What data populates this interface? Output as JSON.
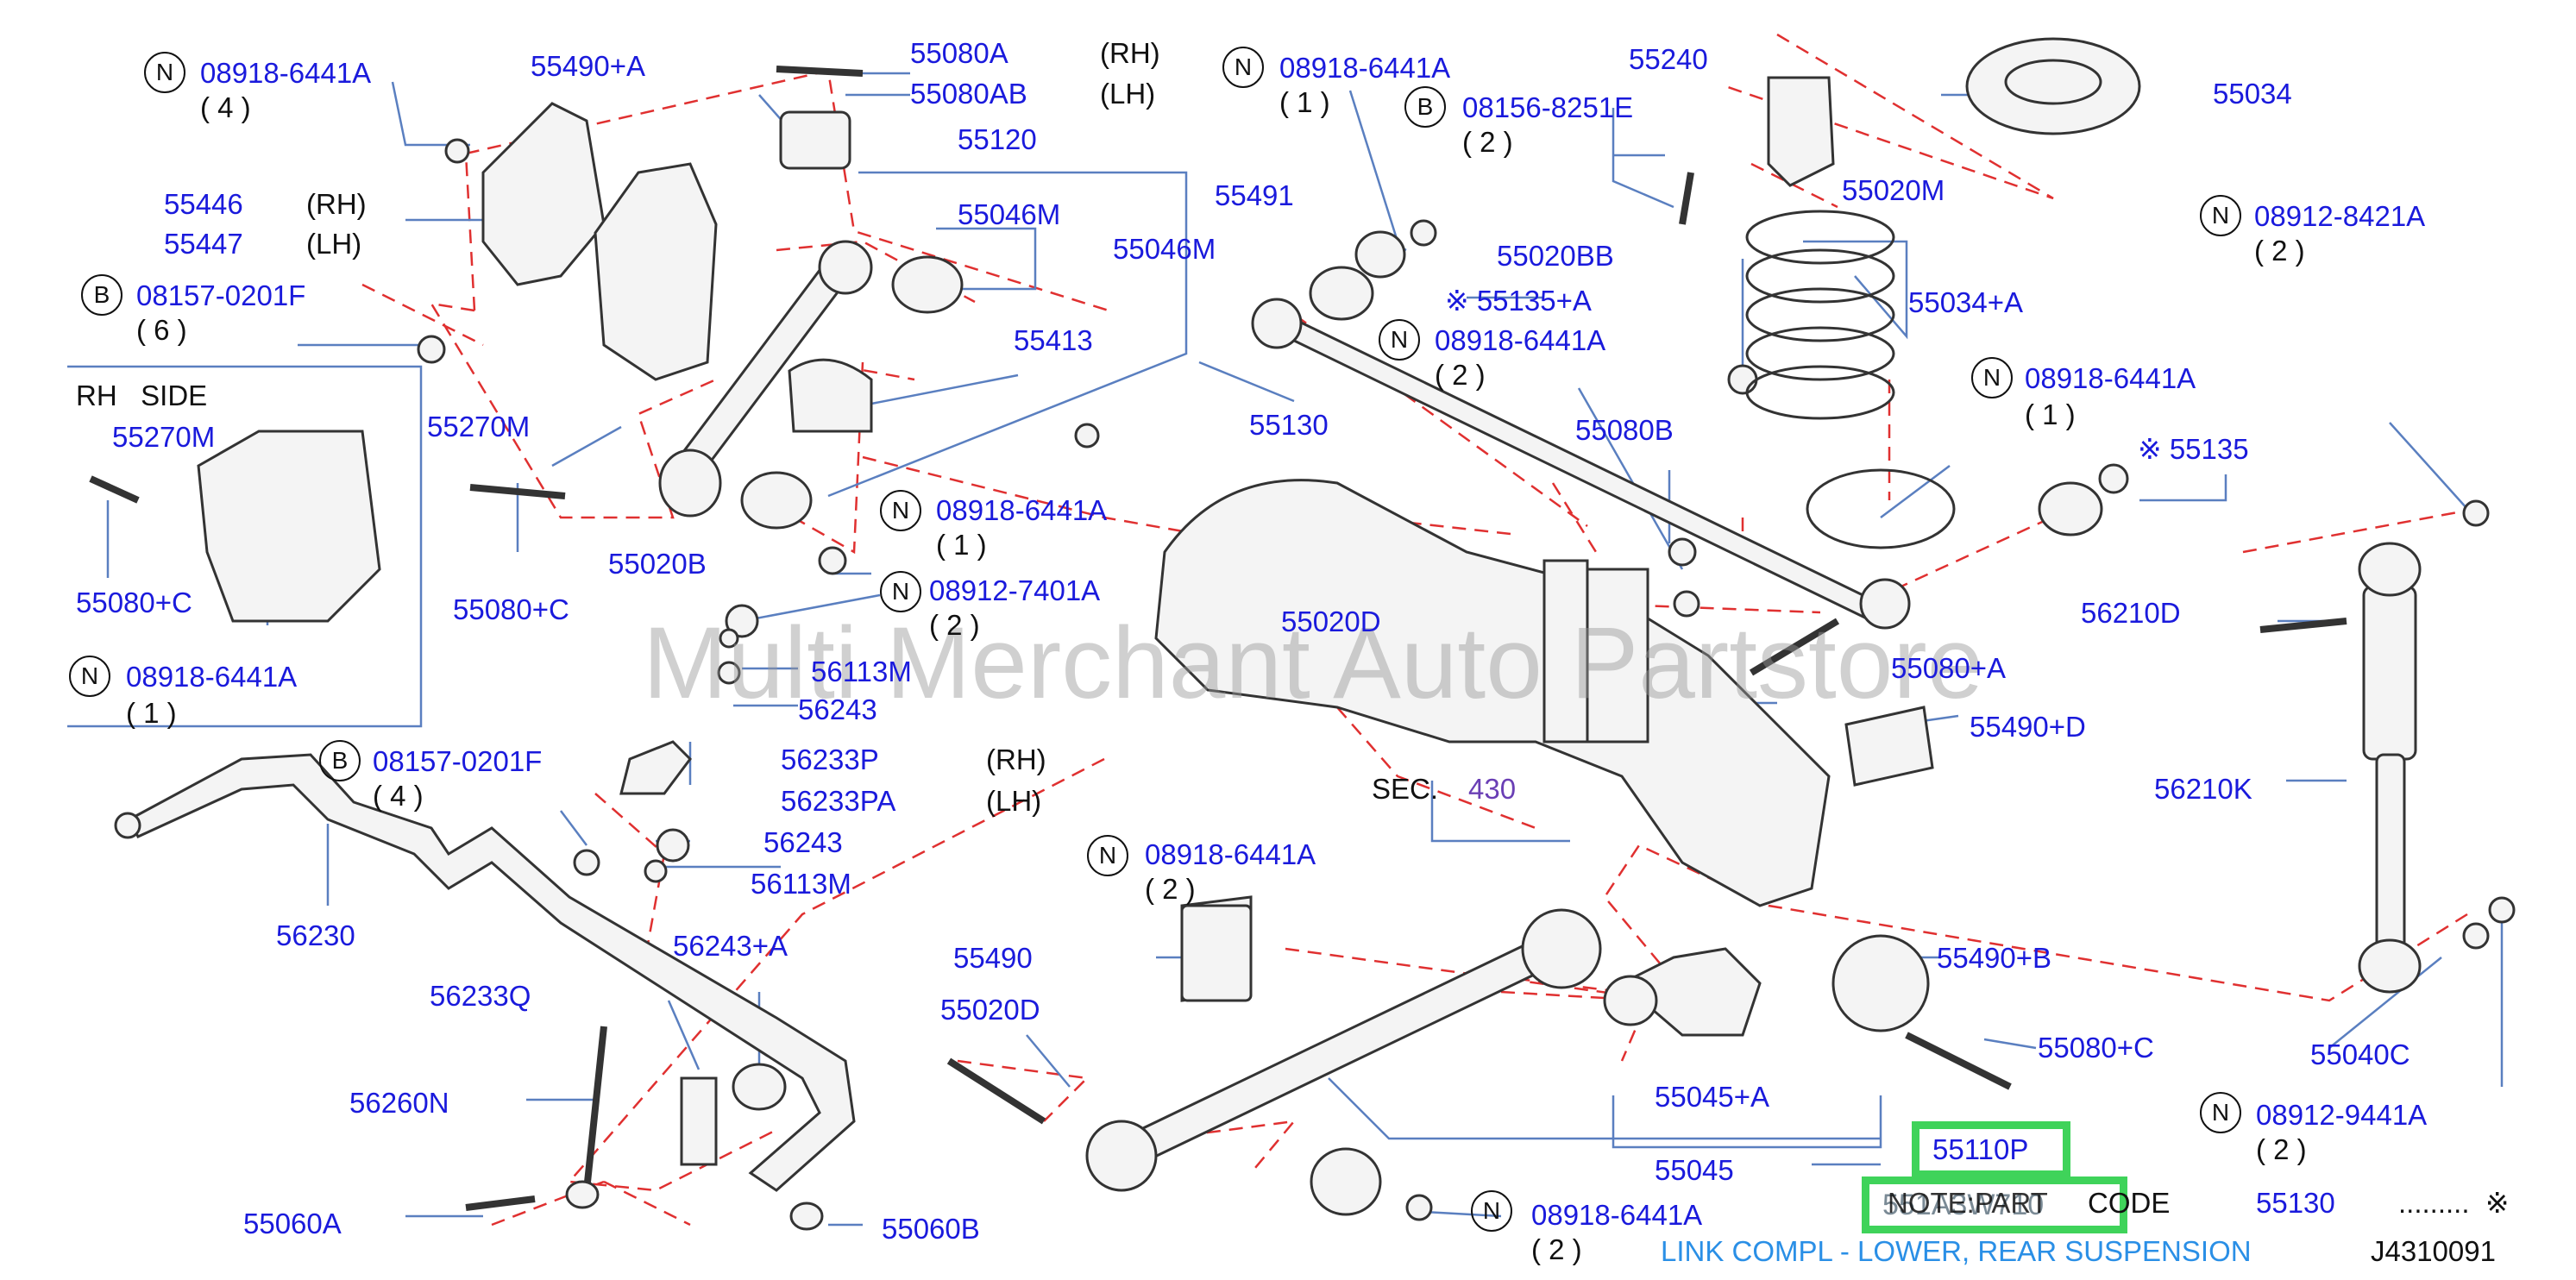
{
  "watermark": "Multi Merchant Auto Partstore",
  "labels": {
    "l_55080A": "55080A",
    "l_55080AB": "55080AB",
    "l_rh1": "(RH)",
    "l_lh1": "(LH)",
    "l_55490A": "55490+A",
    "l_n1": "08918-6441A",
    "l_n1q": "( 4 )",
    "l_55446": "55446",
    "l_55447": "55447",
    "l_rh2": "(RH)",
    "l_lh2": "(LH)",
    "l_b1": "08157-0201F",
    "l_b1q": "( 6 )",
    "l_rhside": "RH   SIDE",
    "l_55270M_box": "55270M",
    "l_55080C_box": "55080+C",
    "l_n_box": "08918-6441A",
    "l_n_boxq": "( 1 )",
    "l_55120": "55120",
    "l_55046M_a": "55046M",
    "l_55046M_b": "55046M",
    "l_55413": "55413",
    "l_55270M": "55270M",
    "l_55080C_a": "55080+C",
    "l_55020B": "55020B",
    "l_n2": "08918-6441A",
    "l_n2q": "( 1 )",
    "l_n3": "08912-7401A",
    "l_n3q": "( 2 )",
    "l_56113M_a": "56113M",
    "l_56243_a": "56243",
    "l_56233P": "56233P",
    "l_56233PA": "56233PA",
    "l_rh3": "(RH)",
    "l_lh3": "(LH)",
    "l_56243_b": "56243",
    "l_56113M_b": "56113M",
    "l_b2": "08157-0201F",
    "l_b2q": "( 4 )",
    "l_56230": "56230",
    "l_56243A": "56243+A",
    "l_56233Q": "56233Q",
    "l_56260N": "56260N",
    "l_55060A": "55060A",
    "l_55060B": "55060B",
    "l_n4": "08918-6441A",
    "l_n4q": "( 1 )",
    "l_b3": "08156-8251E",
    "l_b3q": "( 2 )",
    "l_55240": "55240",
    "l_55034": "55034",
    "l_55491": "55491",
    "l_55020BB": "55020BB",
    "l_55135A": "※ 55135+A",
    "l_55020M": "55020M",
    "l_55034A": "55034+A",
    "l_n5": "08918-6441A",
    "l_n5q": "( 2 )",
    "l_55130_a": "55130",
    "l_55080B": "55080B",
    "l_n6": "08918-6441A",
    "l_n6q": "( 1 )",
    "l_55135": "※ 55135",
    "l_n7": "08912-8421A",
    "l_n7q": "( 2 )",
    "l_55020D_a": "55020D",
    "l_55080A_b": "55080+A",
    "l_55490D": "55490+D",
    "l_56210D": "56210D",
    "l_sec": "SEC.",
    "l_430": "430",
    "l_56210K": "56210K",
    "l_n8": "08918-6441A",
    "l_n8q": "( 2 )",
    "l_55490": "55490",
    "l_55490B": "55490+B",
    "l_55020D_b": "55020D",
    "l_55080C_b": "55080+C",
    "l_55040C": "55040C",
    "l_55045A": "55045+A",
    "l_n9": "08912-9441A",
    "l_n9q": "( 2 )",
    "l_55110P": "55110P",
    "l_55045": "55045",
    "l_n10": "08918-6441A",
    "l_n10q": "( 2 )",
    "l_note": "NOTE:PART",
    "l_code": "CODE",
    "l_pn": "551A3W710",
    "l_55130_b": "55130",
    "l_dots": ".........  ※",
    "l_desc": "LINK COMPL - LOWER, REAR SUSPENSION",
    "l_ref": "J4310091"
  },
  "markers": {
    "N": "N",
    "B": "B"
  },
  "colors": {
    "label": "#1a1adc",
    "highlight": "#3fd35a",
    "dash": "#e03030",
    "leader": "#5a7fc0"
  }
}
